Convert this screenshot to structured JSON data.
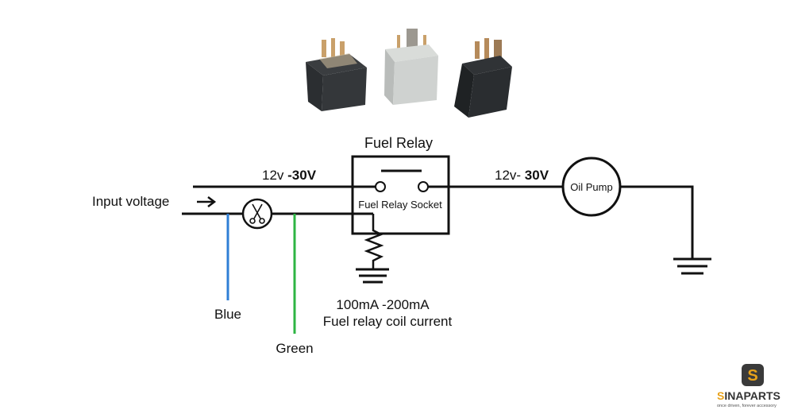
{
  "relay_title": "Fuel Relay",
  "socket_label": "Fuel Relay Socket",
  "input_label": "Input voltage",
  "voltage_left": {
    "prefix": "12v ",
    "bold": "-30V"
  },
  "voltage_right": {
    "prefix": "12v- ",
    "bold": "30V"
  },
  "pump_label": "Oil Pump",
  "wire_blue_label": "Blue",
  "wire_green_label": "Green",
  "coil_current": "100mA -200mA",
  "coil_caption": "Fuel relay coil current",
  "brand": {
    "logo_letter": "S",
    "name_rest": "INAPARTS",
    "tagline": "once driven, forever accessory",
    "accent": "#e8a21a"
  },
  "colors": {
    "wire": "#111111",
    "blue_wire": "#2f7fd6",
    "green_wire": "#2db543",
    "relay_black": "#2b2e31",
    "relay_white": "#cfd2d0",
    "relay_dark": "#24272a",
    "terminal": "#c9a06a"
  }
}
